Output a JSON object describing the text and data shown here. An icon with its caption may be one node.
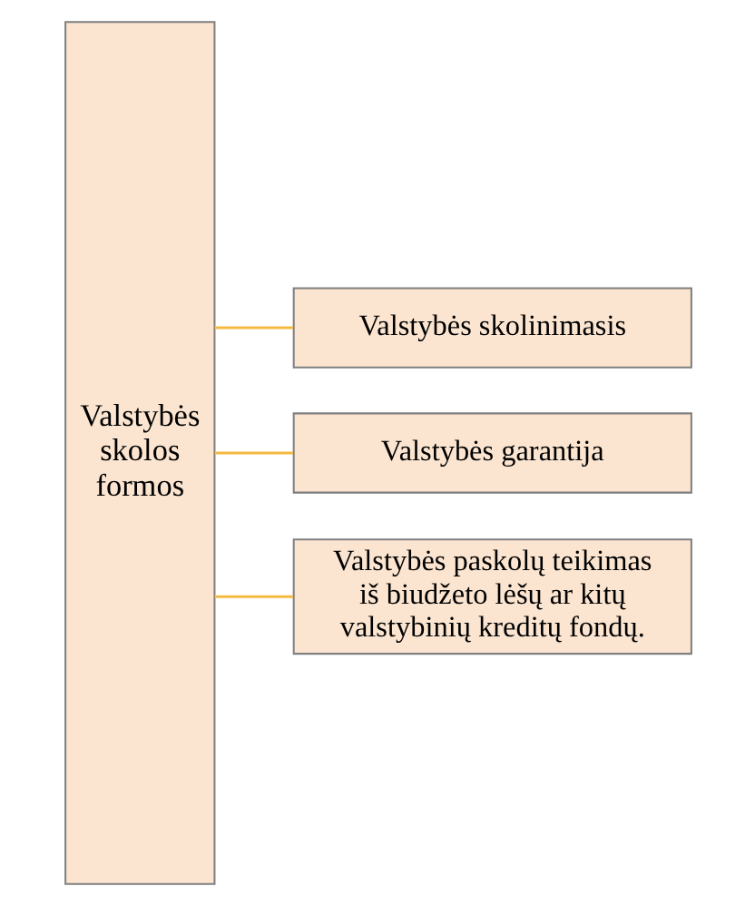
{
  "diagram": {
    "nodes": [
      {
        "text": [
          "Valstybės skolos formos"
        ]
      },
      {
        "text": [
          "Valstybės skolinimasis"
        ]
      },
      {
        "text": [
          "Valstybės garantija"
        ]
      },
      {
        "text": [
          "Valstybės paskolų teikimas iš biudžeto lėšų ar kitų valstybinių kreditų fondų."
        ]
      }
    ],
    "edges": [
      {
        "from": 0,
        "to": 1,
        "arrow": "none"
      },
      {
        "from": 0,
        "to": 2,
        "arrow": "none"
      },
      {
        "from": 0,
        "to": 3,
        "arrow": "none"
      }
    ]
  }
}
